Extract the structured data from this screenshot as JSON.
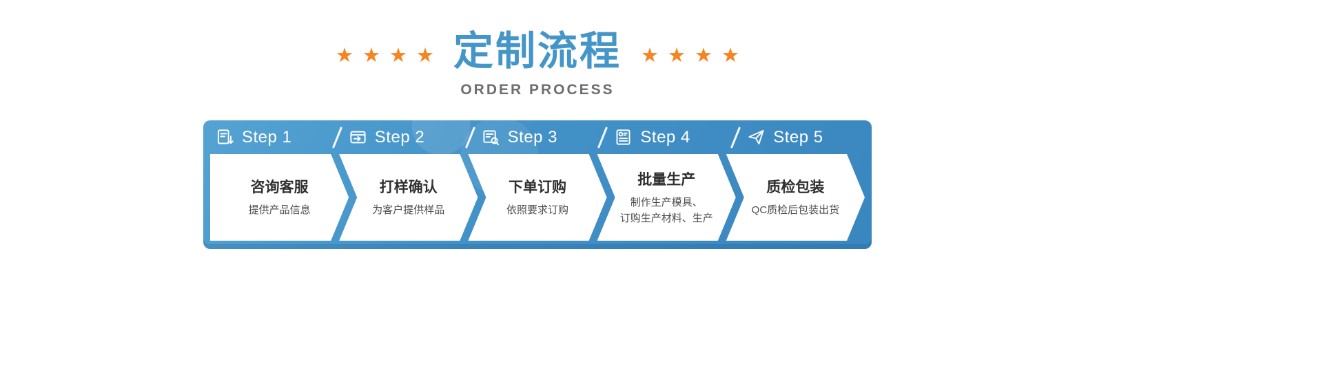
{
  "header": {
    "title": "定制流程",
    "subtitle": "ORDER PROCESS",
    "star_glyph": "★",
    "stars_per_side": 4,
    "title_color": "#4495c8",
    "star_color": "#f6851f"
  },
  "process": {
    "banner_color_top": "#55a3d3",
    "banner_color_bottom": "#3a86bf",
    "panel_color": "#ffffff",
    "steps": [
      {
        "label": "Step 1",
        "icon": "document-download-icon",
        "title": "咨询客服",
        "lines": [
          "提供产品信息"
        ]
      },
      {
        "label": "Step 2",
        "icon": "send-sample-icon",
        "title": "打样确认",
        "lines": [
          "为客户提供样品"
        ]
      },
      {
        "label": "Step 3",
        "icon": "order-search-icon",
        "title": "下单订购",
        "lines": [
          "依照要求订购"
        ]
      },
      {
        "label": "Step 4",
        "icon": "invoice-list-icon",
        "title": "批量生产",
        "lines": [
          "制作生产模具、",
          "订购生产材料、生产"
        ]
      },
      {
        "label": "Step 5",
        "icon": "plane-icon",
        "title": "质检包装",
        "lines": [
          "QC质检后包装出货"
        ]
      }
    ]
  }
}
